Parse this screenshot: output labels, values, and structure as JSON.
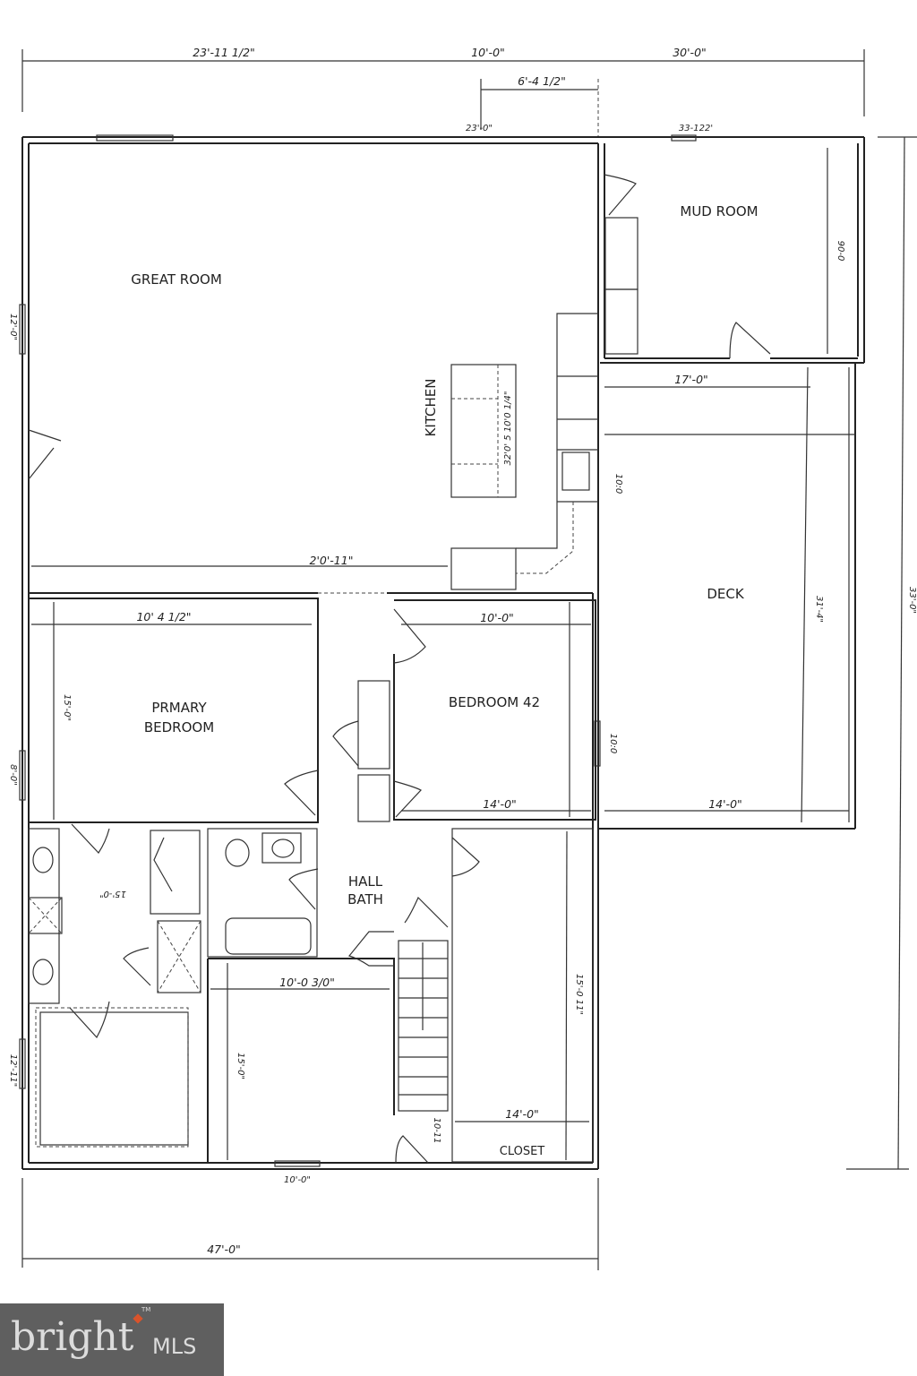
{
  "rooms": {
    "great_room": "GREAT ROOM",
    "kitchen": "KITCHEN",
    "mud_room": "MUD ROOM",
    "deck": "DECK",
    "primary_bedroom_1": "PRMARY",
    "primary_bedroom_2": "BEDROOM",
    "bedroom_42": "BEDROOM 42",
    "hall_bath_1": "HALL",
    "hall_bath_2": "BATH",
    "closet": "CLOSET"
  },
  "dimensions": {
    "top_left": "23'-11 1/2\"",
    "top_mid": "10'-0\"",
    "top_right": "30'-0\"",
    "top_sub": "6'-4 1/2\"",
    "top_wall_a": "23'-0\"",
    "top_wall_b": "33-122'",
    "great_room_width": "2'0'-11\"",
    "island": "32'0' 5 10'0 1/4\"",
    "primary_width": "10' 4 1/2\"",
    "bedroom42_width": "10'-0\"",
    "bedroom42_bottom": "14'-0\"",
    "mud_depth": "90-0",
    "deck_top": "17'-0\"",
    "deck_height": "31'-4\"",
    "deck_bottom": "14'-0\"",
    "kitchen_window": "10:0",
    "deck_window": "10:0",
    "bedroom2_width": "10'-0 3/0\"",
    "bedroom2_height": "15'-0\"",
    "closet_width": "14'-0\"",
    "closet_room_height": "15'-0 11\"",
    "bottom_window": "10'-0\"",
    "overall_bottom": "47'-0\"",
    "overall_right": "33'-0\"",
    "left_window_1": "12'-0\"",
    "left_window_2": "8'-0\"",
    "left_window_3": "12'-11\"",
    "primary_height": "15'-0\"",
    "stair_small": "10-11"
  },
  "logo": {
    "brand": "bright",
    "suffix": "MLS",
    "tm": "TM",
    "accent": "#d9532b",
    "background": "#5f5f5f"
  }
}
